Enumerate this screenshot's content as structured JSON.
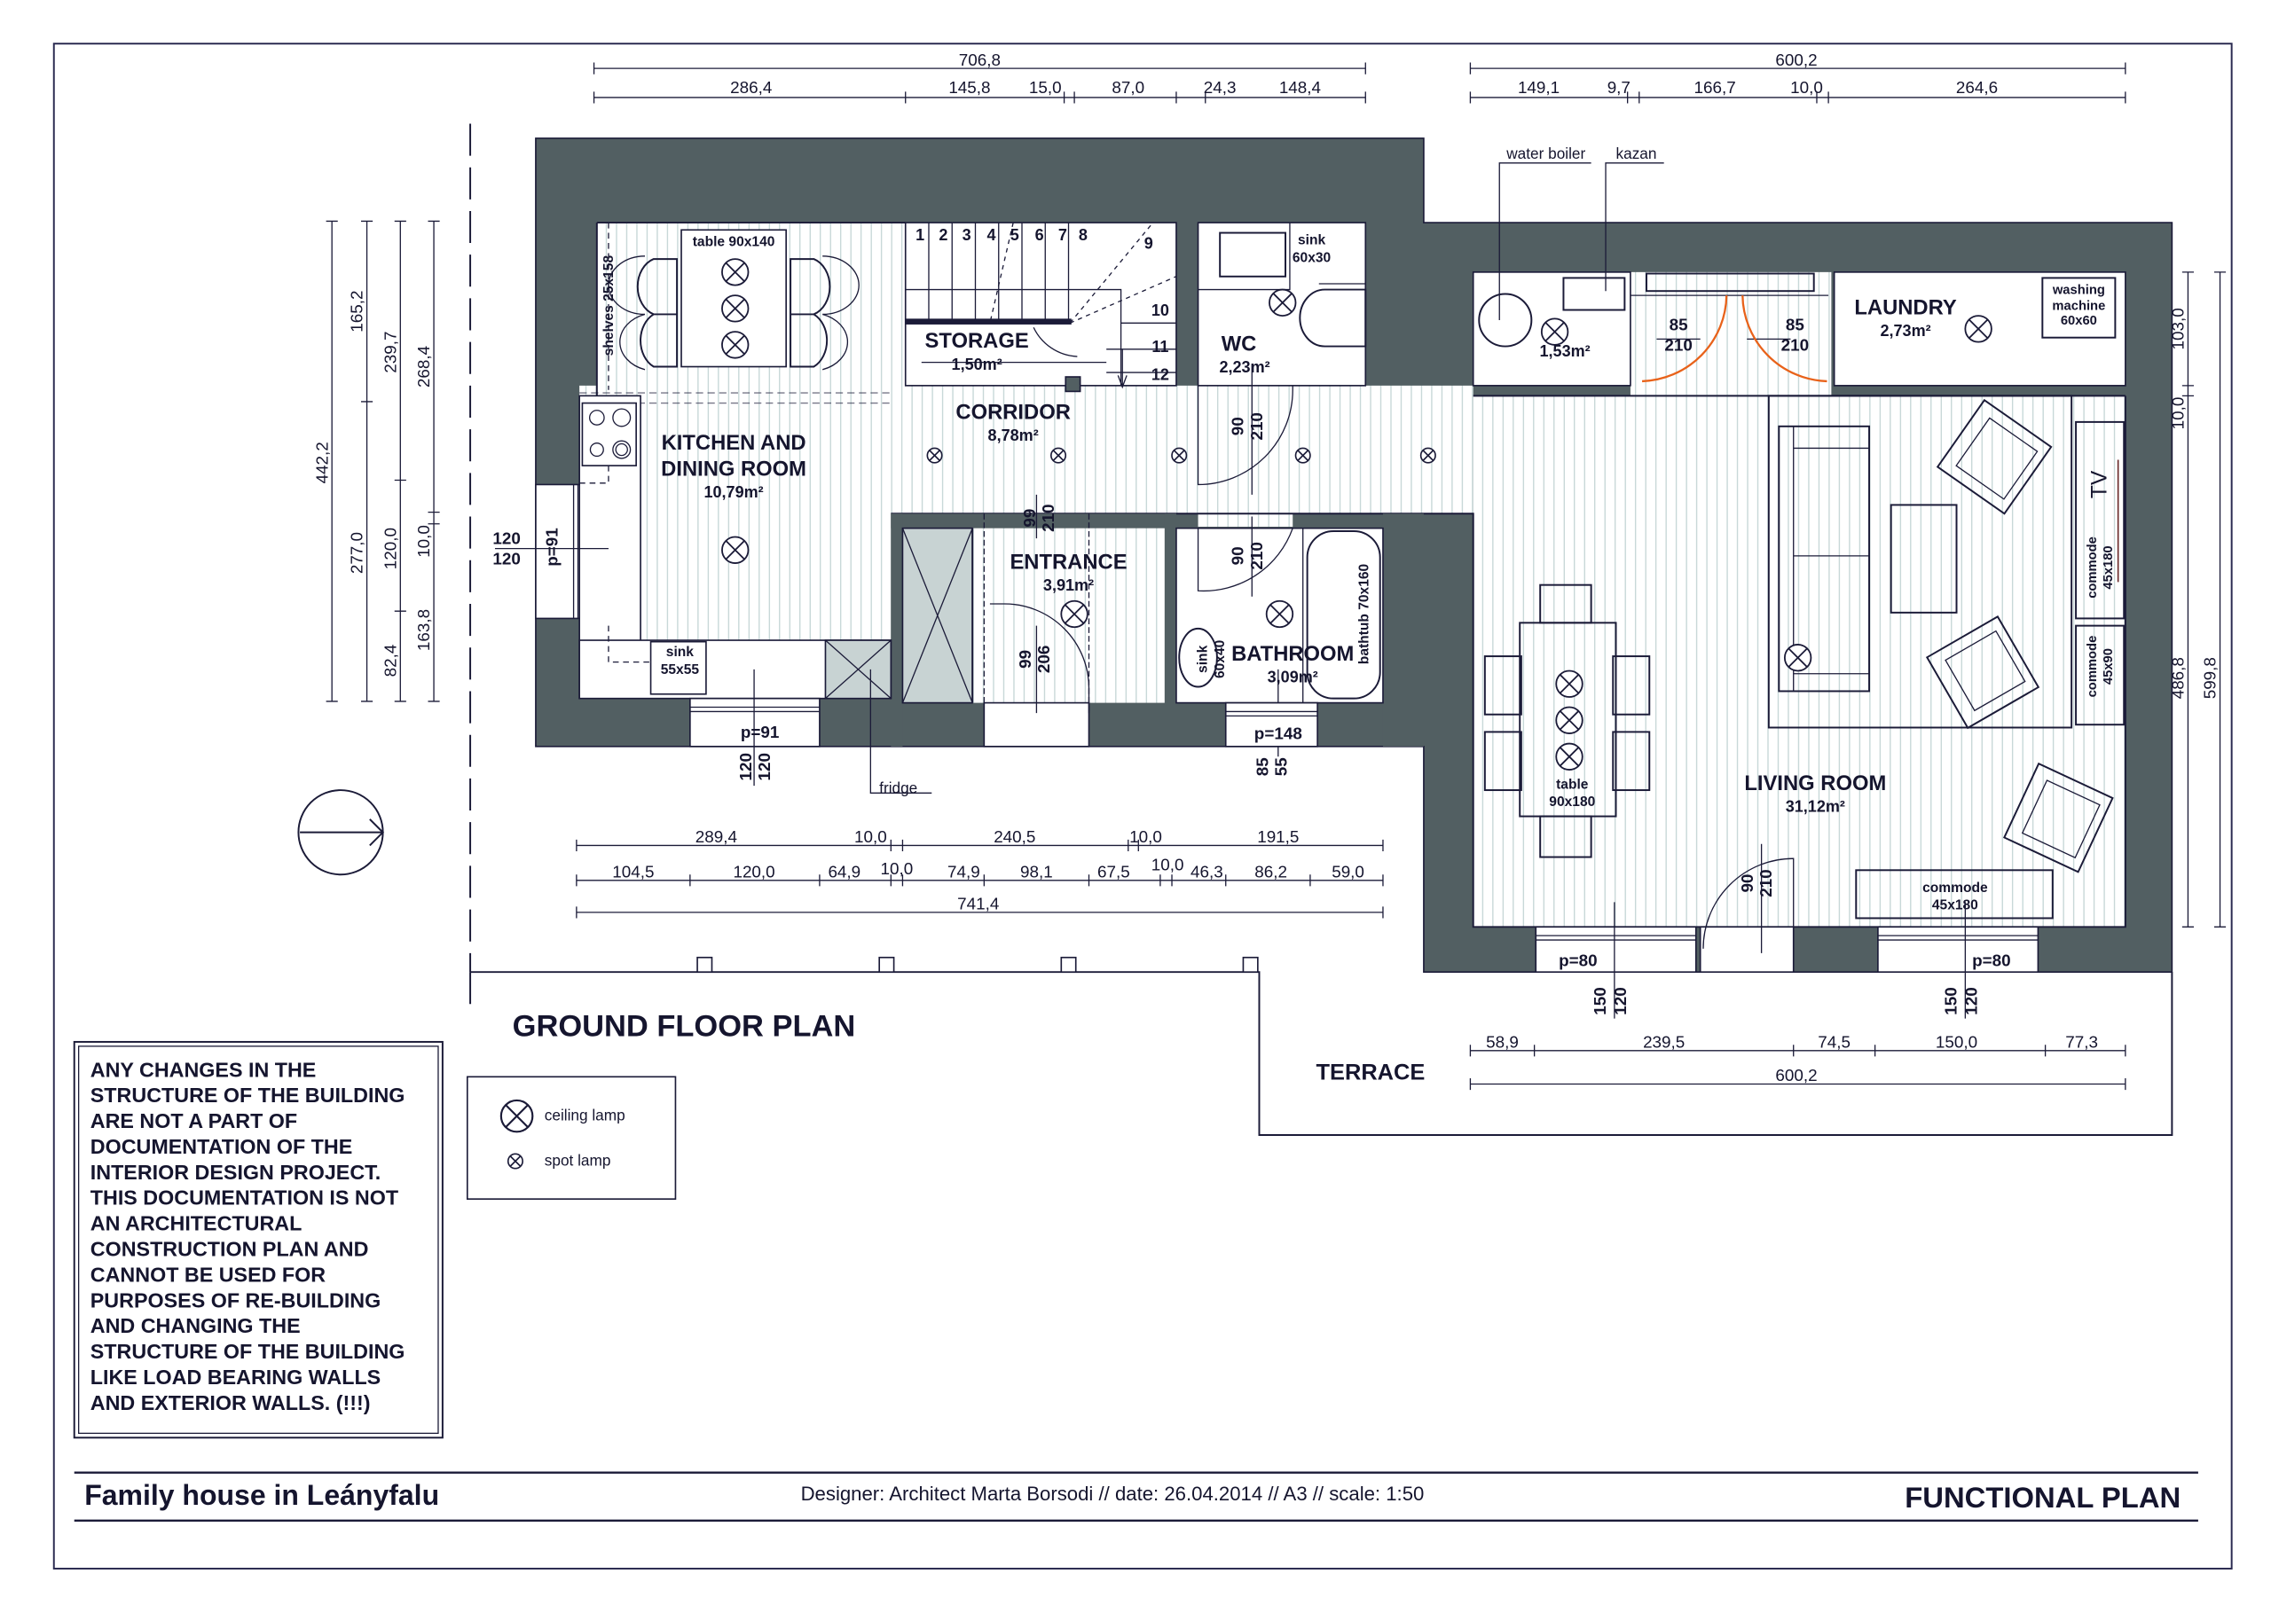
{
  "title": "GROUND FLOOR PLAN",
  "colors": {
    "wall": "#525f62",
    "ink": "#1b1b38",
    "door_swing": "#e8621a",
    "floor_line": "#bcd0d0",
    "fridge_fill": "#c8d3d3"
  },
  "rooms": {
    "kitchen": {
      "name_line1": "KITCHEN AND",
      "name_line2": "DINING ROOM",
      "area": "10,79m²"
    },
    "storage": {
      "name": "STORAGE",
      "area": "1,50m²"
    },
    "corridor": {
      "name": "CORRIDOR",
      "area": "8,78m²"
    },
    "wc": {
      "name": "WC",
      "area": "2,23m²"
    },
    "entrance": {
      "name": "ENTRANCE",
      "area": "3,91m²"
    },
    "bathroom": {
      "name": "BATHROOM",
      "area": "3,09m²"
    },
    "boiler_room": {
      "area": "1,53m²"
    },
    "laundry": {
      "name": "LAUNDRY",
      "area": "2,73m²"
    },
    "living": {
      "name": "LIVING ROOM",
      "area": "31,12m²"
    },
    "terrace": {
      "name": "TERRACE"
    }
  },
  "furniture": {
    "dining_table": "table 90x140",
    "shelves": "shelves 25x158",
    "wc_sink": [
      "sink",
      "60x30"
    ],
    "kitchen_sink": [
      "sink",
      "55x55"
    ],
    "fridge": "fridge",
    "water_boiler": "water boiler",
    "kazan": "kazan",
    "washing_machine": [
      "washing",
      "machine",
      "60x60"
    ],
    "tv": "TV",
    "commode_tv": [
      "commode",
      "45x180"
    ],
    "commode_side": [
      "commode",
      "45x90"
    ],
    "living_table": [
      "table",
      "90x180"
    ],
    "commode_bottom": [
      "commode",
      "45x180"
    ],
    "bathtub": "bathtub 70x160",
    "bath_sink": [
      "sink",
      "60x40"
    ]
  },
  "stairs": [
    "1",
    "2",
    "3",
    "4",
    "5",
    "6",
    "7",
    "8",
    "9",
    "10",
    "11",
    "12"
  ],
  "openings": {
    "boiler_door": [
      "85",
      "210"
    ],
    "laundry_door": [
      "85",
      "210"
    ],
    "wc_door": [
      "90",
      "210"
    ],
    "bath_door": [
      "90",
      "210"
    ],
    "entrance_inner_door": [
      "99",
      "210"
    ],
    "entrance_door": [
      "99",
      "206"
    ],
    "living_door": [
      "90",
      "210"
    ],
    "kitchen_side_window": {
      "p": "p=91",
      "size": [
        "120",
        "120"
      ]
    },
    "kitchen_window": {
      "p": "p=91",
      "size": [
        "120",
        "120"
      ]
    },
    "bath_window": {
      "p": "p=148",
      "size": [
        "85",
        "55"
      ]
    },
    "living_window_left": {
      "p": "p=80",
      "size": [
        "150",
        "120"
      ]
    },
    "living_window_right": {
      "p": "p=80",
      "size": [
        "150",
        "120"
      ]
    }
  },
  "dims": {
    "top_left": {
      "total": "706,8",
      "segments": [
        "286,4",
        "145,8",
        "15,0",
        "87,0",
        "24,3",
        "148,4"
      ]
    },
    "top_right": {
      "total": "600,2",
      "segments": [
        "149,1",
        "9,7",
        "166,7",
        "10,0",
        "264,6"
      ]
    },
    "left": {
      "col1": [
        "442,2"
      ],
      "col2": [
        "165,2",
        "277,0"
      ],
      "col3": [
        "239,7",
        "120,0",
        "82,4"
      ],
      "col4": [
        "268,4",
        "10,0",
        "163,8"
      ]
    },
    "right": {
      "col1": [
        "103,0",
        "10,0",
        "486,8"
      ],
      "col2": [
        "599,8"
      ]
    },
    "bottom": {
      "row1": [
        "289,4",
        "10,0",
        "240,5",
        "10,0",
        "191,5"
      ],
      "row2": [
        "104,5",
        "120,0",
        "64,9",
        "10,0",
        "74,9",
        "98,1",
        "67,5",
        "10,0",
        "46,3",
        "86,2",
        "59,0"
      ],
      "total": "741,4"
    },
    "terrace": {
      "segments": [
        "58,9",
        "239,5",
        "74,5",
        "150,0",
        "77,3"
      ],
      "total": "600,2"
    }
  },
  "legend": {
    "ceiling_lamp": "ceiling lamp",
    "spot_lamp": "spot lamp"
  },
  "notice": [
    "ANY CHANGES IN THE",
    "STRUCTURE OF THE BUILDING",
    "ARE NOT A PART OF",
    "DOCUMENTATION OF THE",
    "INTERIOR DESIGN PROJECT.",
    "THIS DOCUMENTATION IS NOT",
    "AN ARCHITECTURAL",
    "CONSTRUCTION PLAN AND",
    "CANNOT BE USED FOR",
    "PURPOSES OF RE-BUILDING",
    "AND CHANGING THE",
    "STRUCTURE OF THE BUILDING",
    "LIKE LOAD BEARING WALLS",
    "AND EXTERIOR WALLS. (!!!)"
  ],
  "footer": {
    "project": "Family house in Leányfalu",
    "meta": "Designer: Architect Marta Borsodi //  date: 26.04.2014  //  A3  //  scale: 1:50",
    "sheet": "FUNCTIONAL PLAN"
  }
}
